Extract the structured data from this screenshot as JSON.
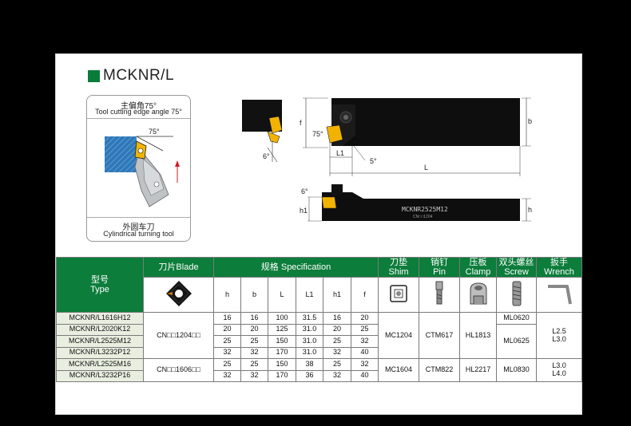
{
  "title": "MCKNR/L",
  "angle_box": {
    "title_cn": "主偏角75°",
    "title_en": "Tool cutting edge angle 75°",
    "angle_label": "75°",
    "footer_cn": "外圆车刀",
    "footer_en": "Cylindrical turning tool"
  },
  "drawing": {
    "dims": {
      "angle_75": "75°",
      "angle_5": "5°",
      "angle_6_top": "6°",
      "angle_6_side": "6°",
      "f": "f",
      "b": "b",
      "L1": "L1",
      "L": "L",
      "h1": "h1",
      "h": "h"
    },
    "engraving": "MCKNR2525M12",
    "engraving_sub": "CN□□1204"
  },
  "table": {
    "headers": {
      "type_cn": "型号",
      "type_en": "Type",
      "blade": "刀片Blade",
      "spec": "规格 Specification",
      "shim_cn": "刀垫",
      "shim_en": "Shim",
      "pin_cn": "销钉",
      "pin_en": "Pin",
      "clamp_cn": "压板",
      "clamp_en": "Clamp",
      "screw_cn": "双头螺丝",
      "screw_en": "Screw",
      "wrench_cn": "扳手",
      "wrench_en": "Wrench"
    },
    "dim_headers": [
      "h",
      "b",
      "L",
      "L1",
      "h1",
      "f"
    ],
    "rows": [
      {
        "model": "MCKNR/L1616H12",
        "h": "16",
        "b": "16",
        "L": "100",
        "L1": "31.5",
        "h1": "16",
        "f": "20"
      },
      {
        "model": "MCKNR/L2020K12",
        "h": "20",
        "b": "20",
        "L": "125",
        "L1": "31.0",
        "h1": "20",
        "f": "25"
      },
      {
        "model": "MCKNR/L2525M12",
        "h": "25",
        "b": "25",
        "L": "150",
        "L1": "31.0",
        "h1": "25",
        "f": "32"
      },
      {
        "model": "MCKNR/L3232P12",
        "h": "32",
        "b": "32",
        "L": "170",
        "L1": "31.0",
        "h1": "32",
        "f": "40"
      },
      {
        "model": "MCKNR/L2525M16",
        "h": "25",
        "b": "25",
        "L": "150",
        "L1": "38",
        "h1": "25",
        "f": "32"
      },
      {
        "model": "MCKNR/L3232P16",
        "h": "32",
        "b": "32",
        "L": "170",
        "L1": "36",
        "h1": "32",
        "f": "40"
      }
    ],
    "group1": {
      "blade": "CN□□1204□□",
      "shim": "MC1204",
      "pin": "CTM617",
      "clamp": "HL1813",
      "screw_a": "ML0620",
      "screw_b": "ML0625",
      "wrench": "L2.5\nL3.0"
    },
    "group2": {
      "blade": "CN□□1606□□",
      "shim": "MC1604",
      "pin": "CTM822",
      "clamp": "HL2217",
      "screw": "ML0830",
      "wrench": "L3.0\nL4.0"
    }
  },
  "colors": {
    "header_green": "#0c7d3b",
    "title_square": "#0a7c3a",
    "model_bg": "#e8efe0",
    "insert_gold": "#f2b300"
  }
}
